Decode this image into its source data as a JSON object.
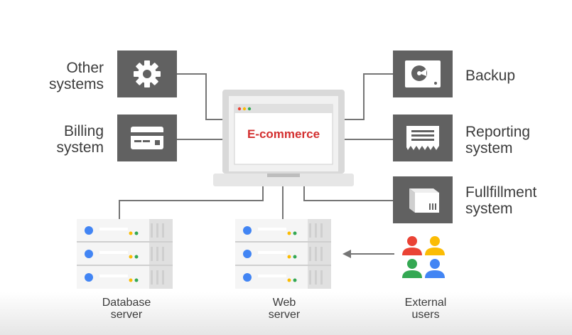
{
  "labels": {
    "other_systems": [
      "Other",
      "systems"
    ],
    "billing_system": [
      "Billing",
      "system"
    ],
    "backup": [
      "Backup"
    ],
    "reporting_system": [
      "Reporting",
      "system"
    ],
    "fulfillment_system": [
      "Fullfillment",
      "system"
    ],
    "database_server": [
      "Database",
      "server"
    ],
    "web_server": [
      "Web",
      "server"
    ],
    "external_users": [
      "External",
      "users"
    ]
  },
  "laptop": {
    "screen_text": "E-commerce"
  },
  "colors": {
    "tile": "#616161",
    "connector": "#757575",
    "accent_red": "#d32f2f",
    "google_blue": "#4285f4",
    "google_red": "#ea4335",
    "google_yellow": "#fbbc04",
    "google_green": "#34a853"
  },
  "icons": {
    "other_systems": "gear-icon",
    "billing_system": "credit-card-icon",
    "backup": "hard-drive-icon",
    "reporting_system": "receipt-icon",
    "fulfillment_system": "package-icon",
    "external_users": "people-group-icon"
  }
}
